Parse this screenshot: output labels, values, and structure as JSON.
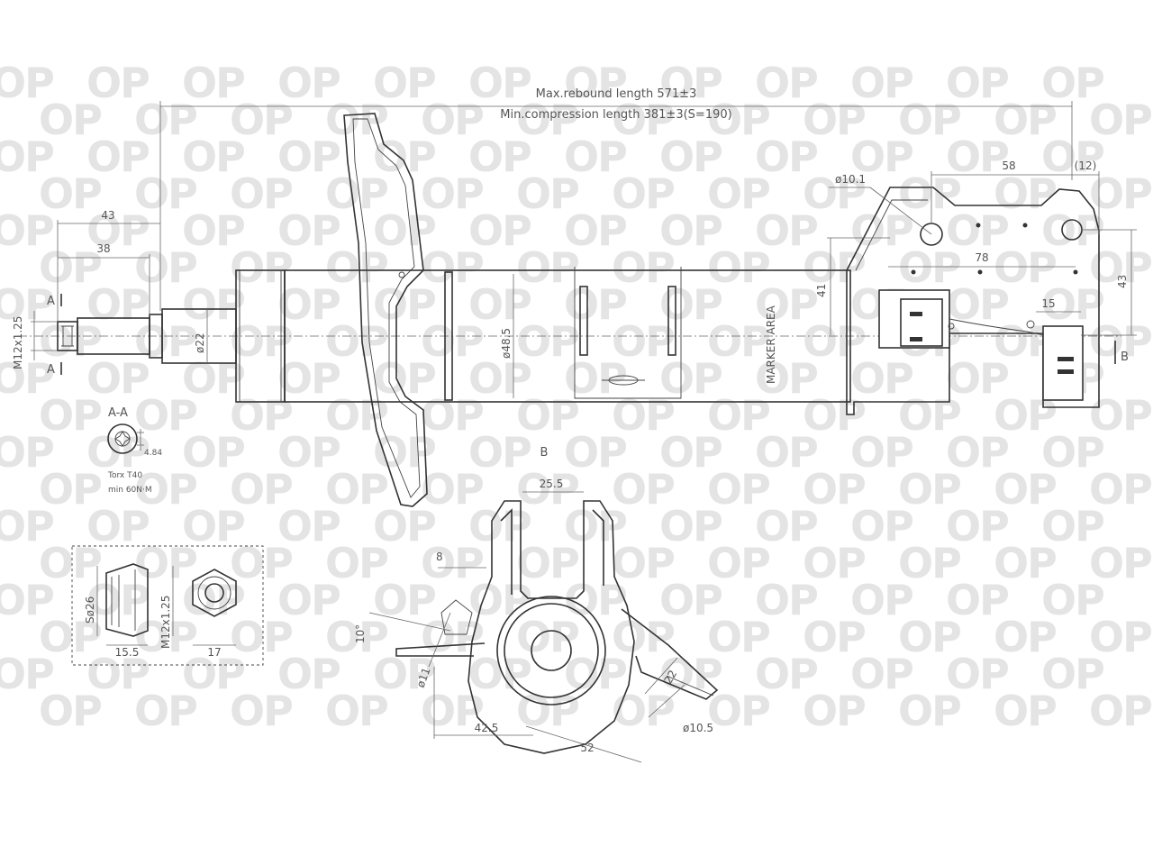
{
  "watermark": {
    "text": "OP"
  },
  "title": {
    "rebound": "Max.rebound length 571±3",
    "compress": "Min.compression length 381±3(S=190)"
  },
  "dims": {
    "d43_top": "43",
    "d38": "38",
    "thread": "M12x1.25",
    "sec_a_top": "A",
    "sec_a_bottom": "A",
    "d22": "ø22",
    "d48_5": "ø48.5",
    "marker": "MARKER AREA",
    "d41": "41",
    "d10_1": "ø10.1",
    "d58": "58",
    "d12": "(12)",
    "d78": "78",
    "d43_right": "43",
    "d15": "15",
    "view_b": "B"
  },
  "section": {
    "title": "A-A",
    "dim": "4.84",
    "torx": "Torx T40",
    "torque": "min 60N·M"
  },
  "nut": {
    "d26": "Sø26",
    "d15_5": "15.5",
    "thread": "M12x1.25",
    "d17": "17"
  },
  "detail": {
    "title": "B",
    "d25_5": "25.5",
    "d8": "8",
    "d10deg": "10°",
    "d11": "ø11",
    "d42_5": "42.5",
    "d52": "52",
    "d22": "22",
    "d10_5": "ø10.5"
  }
}
